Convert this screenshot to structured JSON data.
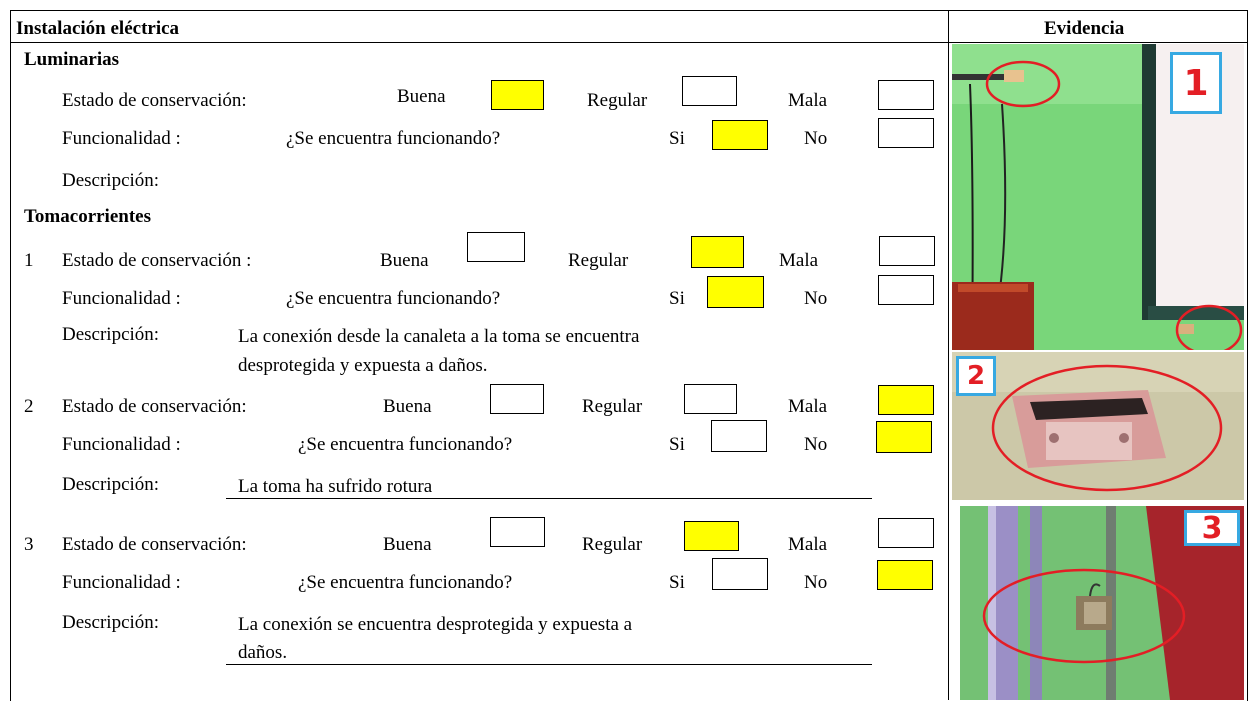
{
  "header": {
    "title": "Instalación eléctrica",
    "evidence": "Evidencia"
  },
  "luminarias": {
    "heading": "Luminarias",
    "estado_label": "Estado de conservación:",
    "buena": "Buena",
    "regular": "Regular",
    "mala": "Mala",
    "func_label": "Funcionalidad :",
    "question": "¿Se encuentra funcionando?",
    "si": "Si",
    "no": "No",
    "desc_label": "Descripción:",
    "estado_selected": "Buena",
    "func_selected": "Si"
  },
  "tomacorrientes": {
    "heading": "Tomacorrientes",
    "items": [
      {
        "num": "1",
        "estado_label": "Estado de conservación :",
        "buena": "Buena",
        "regular": "Regular",
        "mala": "Mala",
        "func_label": "Funcionalidad :",
        "question": "¿Se encuentra funcionando?",
        "si": "Si",
        "no": "No",
        "desc_label": "Descripción:",
        "desc_line1": "La conexión desde la canaleta a la toma se encuentra",
        "desc_line2": "desprotegida y expuesta a daños.",
        "estado_selected": "Regular",
        "func_selected": "Si"
      },
      {
        "num": "2",
        "estado_label": "Estado de conservación:",
        "buena": "Buena",
        "regular": "Regular",
        "mala": "Mala",
        "func_label": "Funcionalidad :",
        "question": "¿Se encuentra funcionando?",
        "si": "Si",
        "no": "No",
        "desc_label": "Descripción:",
        "desc_line1": "La toma ha sufrido rotura",
        "desc_line2": "",
        "estado_selected": "Mala",
        "func_selected": "No"
      },
      {
        "num": "3",
        "estado_label": "Estado de conservación:",
        "buena": "Buena",
        "regular": "Regular",
        "mala": "Mala",
        "func_label": "Funcionalidad :",
        "question": "¿Se encuentra funcionando?",
        "si": "Si",
        "no": "No",
        "desc_label": "Descripción:",
        "desc_line1": "La conexión se encuentra desprotegida y expuesta a",
        "desc_line2": "daños.",
        "estado_selected": "Regular",
        "func_selected": "No"
      }
    ]
  },
  "evidence_photos": [
    {
      "badge": "1",
      "subject": "wall-outlets-photo"
    },
    {
      "badge": "2",
      "subject": "broken-outlet-photo"
    },
    {
      "badge": "3",
      "subject": "exposed-connection-photo"
    }
  ],
  "colors": {
    "selected": "#ffff00",
    "badge_border": "#37a9e2",
    "badge_text": "#e31e25",
    "highlight_circle": "#e31e25"
  }
}
